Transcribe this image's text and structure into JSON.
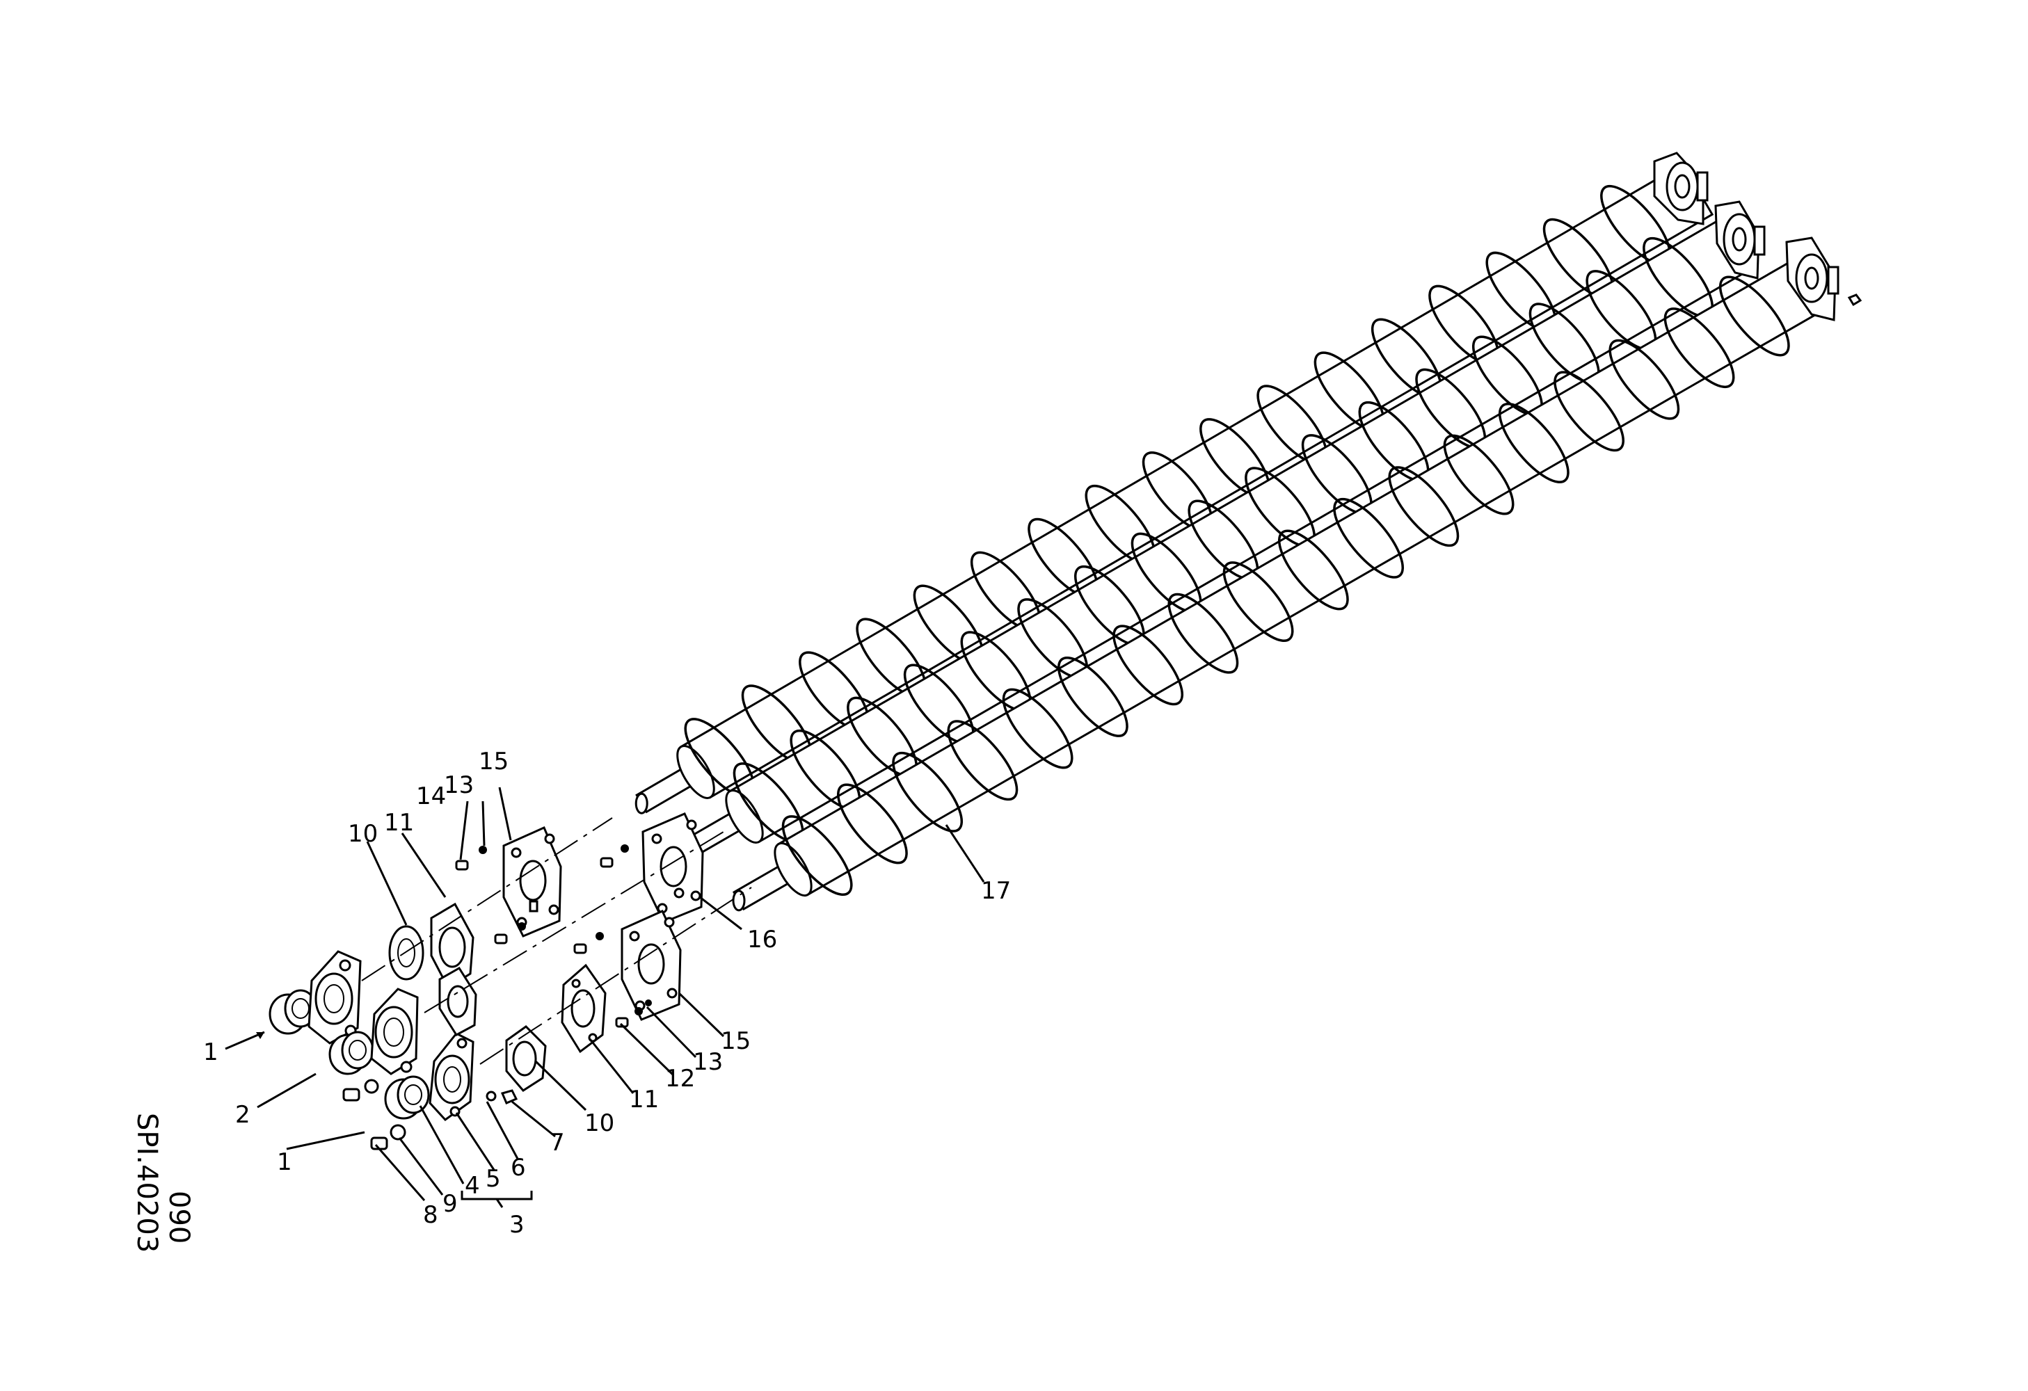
{
  "drawing": {
    "code": "SPI.40203",
    "sub_code": "090"
  },
  "callouts": [
    {
      "id": "c1a",
      "text": "1"
    },
    {
      "id": "c2",
      "text": "2"
    },
    {
      "id": "c1b",
      "text": "1"
    },
    {
      "id": "c3",
      "text": "3"
    },
    {
      "id": "c4",
      "text": "4"
    },
    {
      "id": "c5",
      "text": "5"
    },
    {
      "id": "c6",
      "text": "6"
    },
    {
      "id": "c7",
      "text": "7"
    },
    {
      "id": "c8",
      "text": "8"
    },
    {
      "id": "c9",
      "text": "9"
    },
    {
      "id": "c10a",
      "text": "10"
    },
    {
      "id": "c10b",
      "text": "10"
    },
    {
      "id": "c11a",
      "text": "11"
    },
    {
      "id": "c11b",
      "text": "11"
    },
    {
      "id": "c12",
      "text": "12"
    },
    {
      "id": "c13a",
      "text": "13"
    },
    {
      "id": "c13b",
      "text": "13"
    },
    {
      "id": "c14",
      "text": "14"
    },
    {
      "id": "c15a",
      "text": "15"
    },
    {
      "id": "c15b",
      "text": "15"
    },
    {
      "id": "c16",
      "text": "16"
    },
    {
      "id": "c17",
      "text": "17"
    }
  ]
}
